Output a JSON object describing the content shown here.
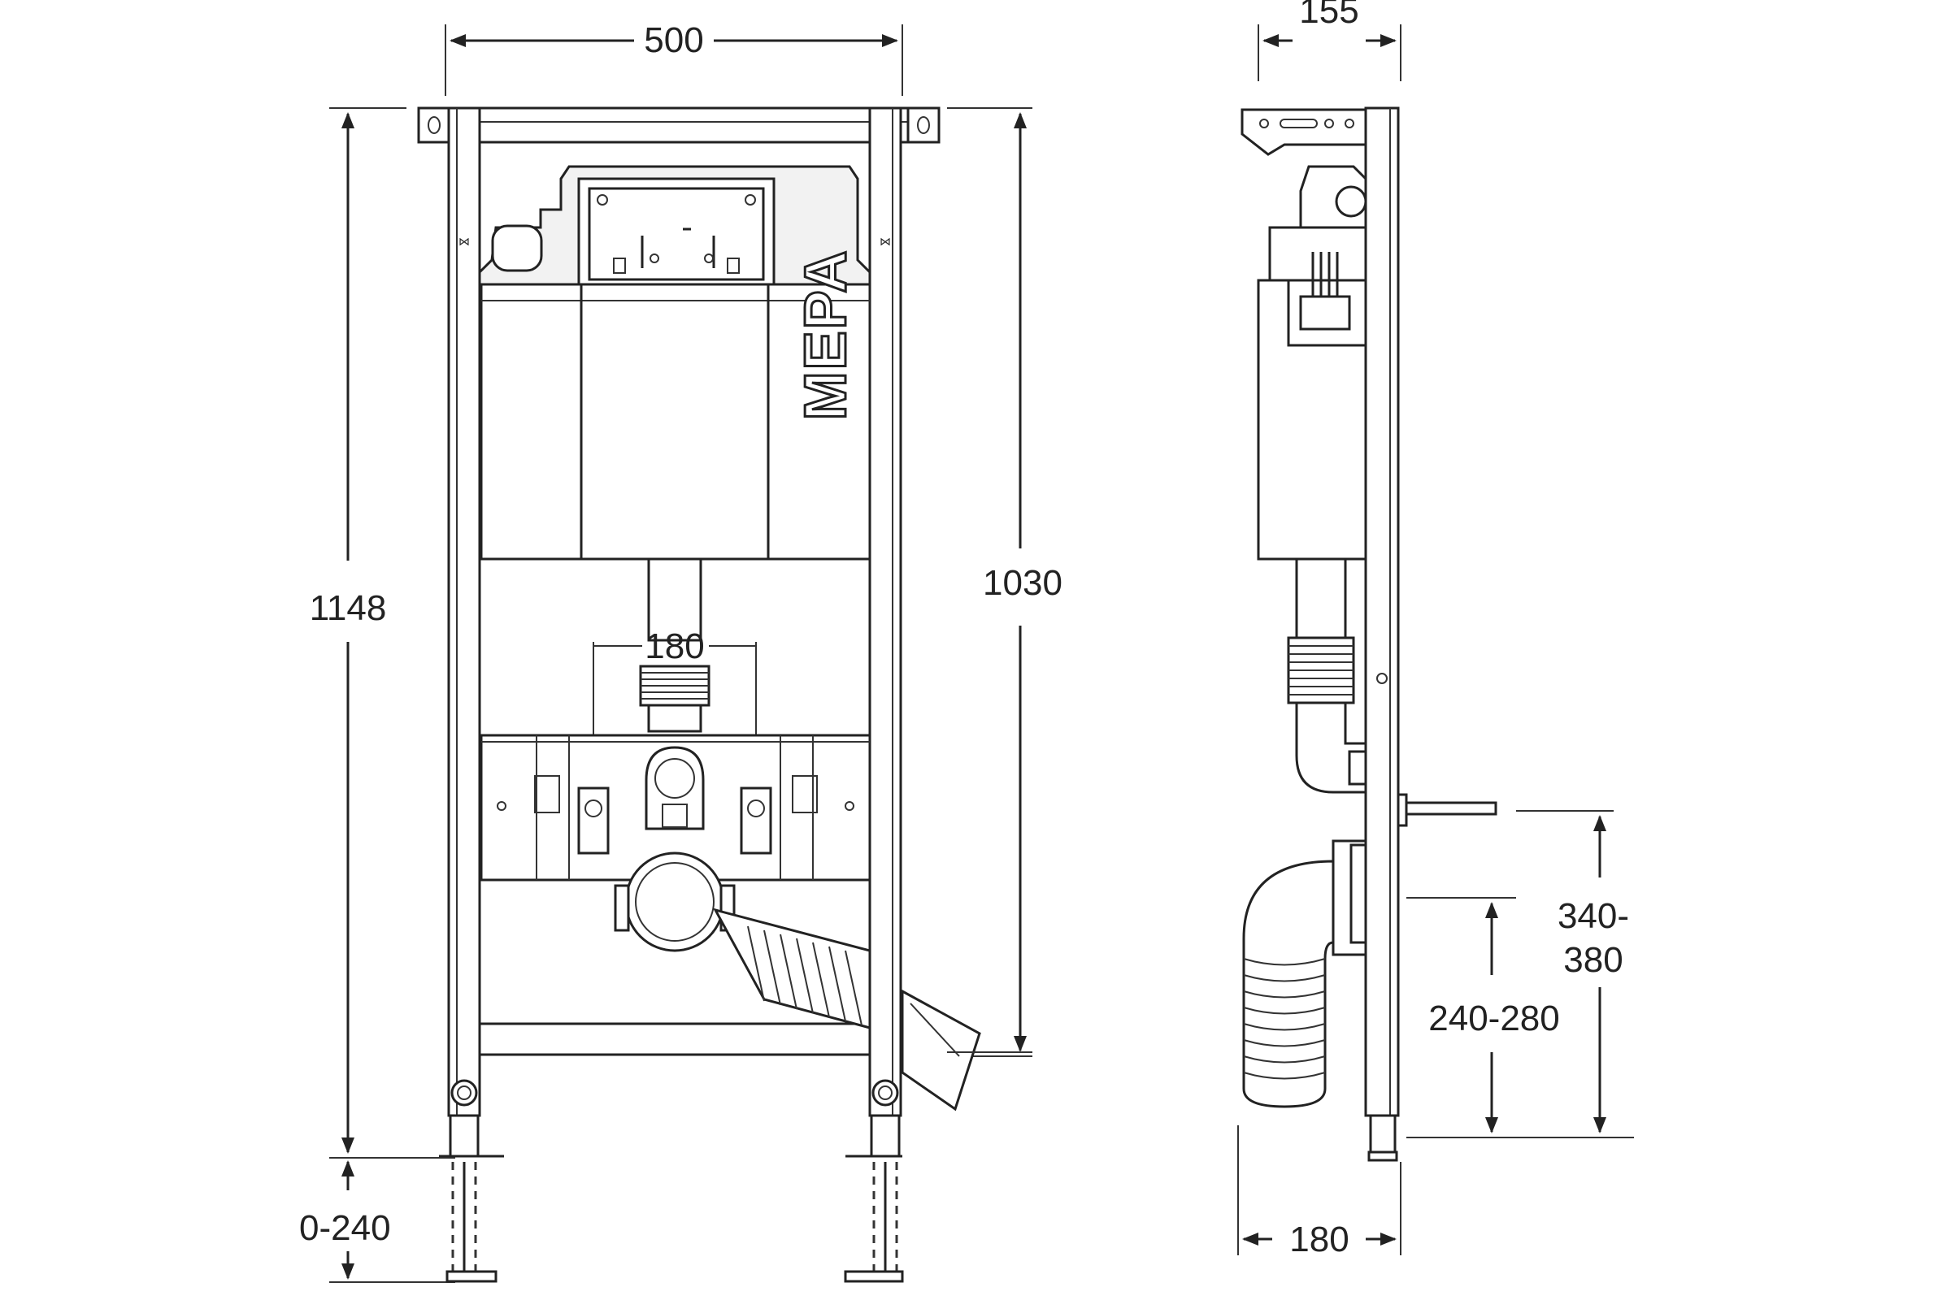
{
  "front_view": {
    "width_label": "500",
    "height_label": "1148",
    "frame_height_label": "1030",
    "spacing_label": "180",
    "foot_range_label": "0-240",
    "logo_text": "MEPA"
  },
  "side_view": {
    "depth_top_label": "155",
    "depth_bottom_label": "180",
    "outlet_height_label": "240-280",
    "inlet_height_label_line1": "340-",
    "inlet_height_label_line2": "380"
  },
  "colors": {
    "line": "#222222",
    "background": "#ffffff"
  }
}
